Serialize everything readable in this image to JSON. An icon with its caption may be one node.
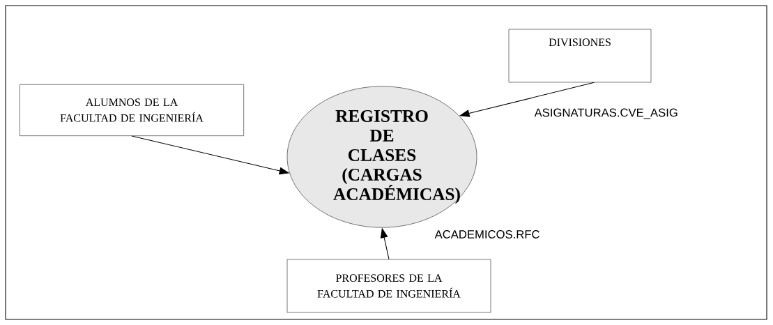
{
  "diagram": {
    "nodes": [
      {
        "text": [
          "DIVISIONES"
        ]
      },
      {
        "text": [
          "ALUMNOS DE LA FACULTAD DE INGENIERÍA"
        ]
      },
      {
        "text": [
          "REGISTRO DE CLASES (CARGAS ACADÉMICAS)"
        ]
      },
      {
        "text": [
          "PROFESORES DE LA FACULTAD DE INGENIERÍA"
        ]
      }
    ],
    "edges": [
      {
        "from": 0,
        "to": 2,
        "arrow": "to",
        "label": "ASIGNATURAS.CVE_ASIG"
      },
      {
        "from": 1,
        "to": 2,
        "arrow": "to"
      },
      {
        "from": 3,
        "to": 2,
        "arrow": "to",
        "label": "ACADEMICOS.RFC"
      }
    ]
  }
}
